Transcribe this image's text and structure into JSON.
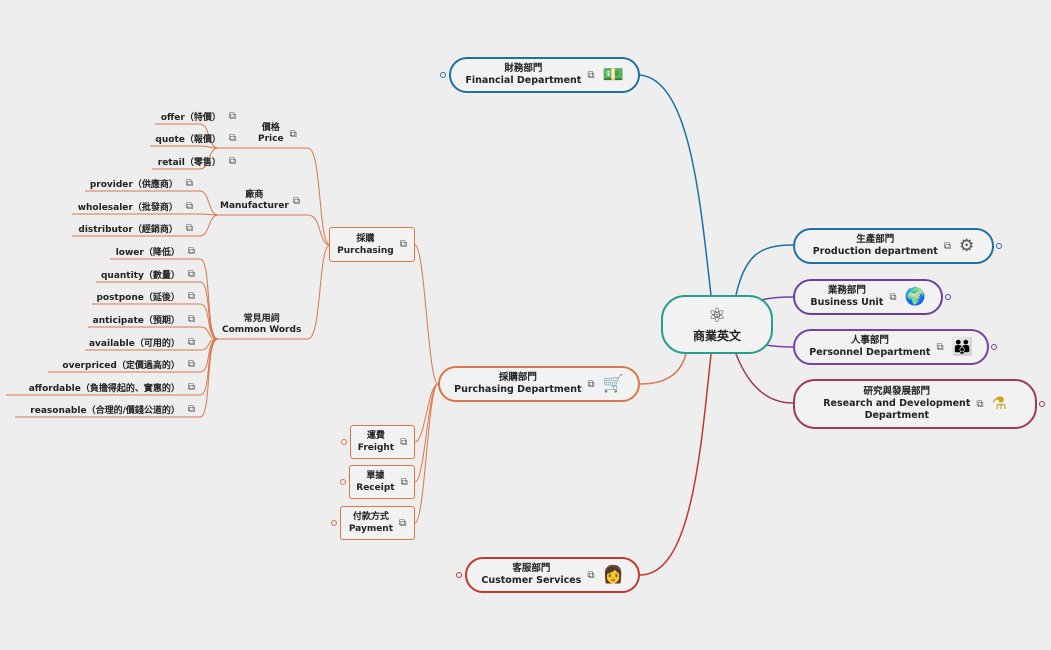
{
  "center": {
    "title": "商業英文",
    "icon": "atom-icon",
    "icon_glyph": "⚛"
  },
  "colors": {
    "financial": "#1d6fa5",
    "production": "#1d6fa5",
    "business": "#6b3fa0",
    "personnel": "#7b3fa8",
    "research": "#9c3a5c",
    "purchasing": "#d9774a",
    "customer": "#c0392b",
    "center": "#2a9d8f"
  },
  "departments": {
    "financial": {
      "zh": "財務部門",
      "en": "Financial Department",
      "icon": "money-icon",
      "glyph": "💵"
    },
    "production": {
      "zh": "生產部門",
      "en": "Production department",
      "icon": "gears-icon",
      "glyph": "⚙"
    },
    "business": {
      "zh": "業務部門",
      "en": "Business Unit",
      "icon": "globe-icon",
      "glyph": "🌍"
    },
    "personnel": {
      "zh": "人事部門",
      "en": "Personnel Department",
      "icon": "people-icon",
      "glyph": "👪"
    },
    "research": {
      "zh": "研究與發展部門",
      "en": "Research and Development",
      "en2": "Department",
      "icon": "flask-icon",
      "glyph": "⚗"
    },
    "purchasing": {
      "zh": "採購部門",
      "en": "Purchasing Department",
      "icon": "cart-icon",
      "glyph": "🛒"
    },
    "customer": {
      "zh": "客服部門",
      "en": "Customer Services",
      "icon": "support-agent-icon",
      "glyph": "👩"
    }
  },
  "purchasing": {
    "buy": {
      "zh": "採購",
      "en": "Purchasing"
    },
    "freight": {
      "zh": "運費",
      "en": "Freight"
    },
    "receipt": {
      "zh": "單據",
      "en": "Receipt"
    },
    "payment": {
      "zh": "付款方式",
      "en": "Payment"
    },
    "price": {
      "zh": "價格",
      "en": "Price",
      "items": [
        "offer（特價）",
        "quote（報價）",
        "retail（零售）"
      ]
    },
    "manufacturer": {
      "zh": "廠商",
      "en": "Manufacturer",
      "items": [
        "provider（供應商）",
        "wholesaler（批發商）",
        "distributor（經銷商）"
      ]
    },
    "common": {
      "zh": "常見用詞",
      "en": "Common Words",
      "items": [
        "lower（降低）",
        "quantity（數量）",
        "postpone（延後）",
        "anticipate（預期）",
        "available（可用的）",
        "overpriced（定價過高的）",
        "affordable（負擔得起的、實惠的）",
        "reasonable（合理的/價錢公道的）"
      ]
    }
  },
  "link_glyph": "⧉"
}
